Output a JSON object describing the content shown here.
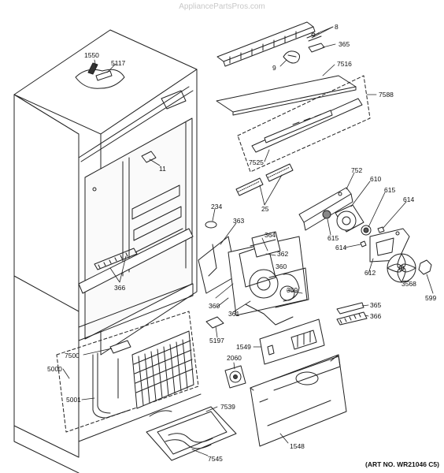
{
  "watermark": "AppliancePartsPros.com",
  "art_number": "(ART NO. WR21046 C5)",
  "part_labels": {
    "p1550": "1550",
    "p5117": "5117",
    "p8": "8",
    "p365a": "365",
    "p9": "9",
    "p7516": "7516",
    "p7588": "7588",
    "p7525": "7525",
    "p11": "11",
    "p752": "752",
    "p610": "610",
    "p615a": "615",
    "p614a": "614",
    "p234": "234",
    "p25": "25",
    "p363": "363",
    "p364": "364",
    "p362": "362",
    "p615b": "615",
    "p614b": "614",
    "p612": "612",
    "p3568": "3568",
    "p599": "599",
    "p366a": "366",
    "p360a": "360",
    "p359": "359",
    "p360b": "360",
    "p361": "361",
    "p365b": "365",
    "p366b": "366",
    "p5197": "5197",
    "p1549": "1549",
    "p7500": "7500",
    "p2060": "2060",
    "p5000": "5000",
    "p5001": "5001",
    "p7539": "7539",
    "p7545": "7545",
    "p1548": "1548"
  }
}
